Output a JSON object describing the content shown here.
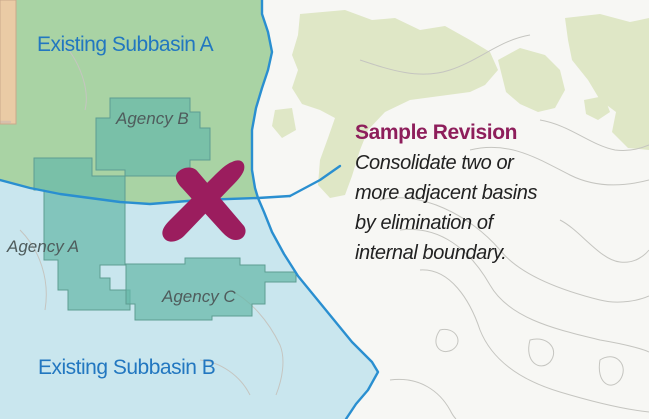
{
  "subbasins": [
    {
      "id": "a",
      "label": "Existing Subbasin A"
    },
    {
      "id": "b",
      "label": "Existing Subbasin B"
    }
  ],
  "agencies": [
    {
      "id": "a",
      "label": "Agency A"
    },
    {
      "id": "b",
      "label": "Agency B"
    },
    {
      "id": "c",
      "label": "Agency C"
    }
  ],
  "callout": {
    "title": "Sample Revision",
    "body_lines": [
      "Consolidate two or",
      "more adjacent basins",
      "by elimination of",
      "internal boundary."
    ]
  },
  "removal_marker_icon": "x-mark-icon",
  "colors": {
    "land": "#f7f7f4",
    "vegetation": "#dfe7c6",
    "subbasin_a_fill": "#a9d3a4",
    "subbasin_b_fill": "#c9e6ee",
    "basin_boundary": "#2a8fd0",
    "agency_fill": "#66b8a9",
    "agency_stroke": "#5d9d92",
    "subbasin_label": "#2277c0",
    "agency_label": "#4f5c5c",
    "x_mark": "#9b1d5e",
    "callout_title": "#8e1e5b",
    "callout_body": "#222222",
    "inset_fill": "#f6c9a6",
    "contour": "#c5c5c0"
  }
}
